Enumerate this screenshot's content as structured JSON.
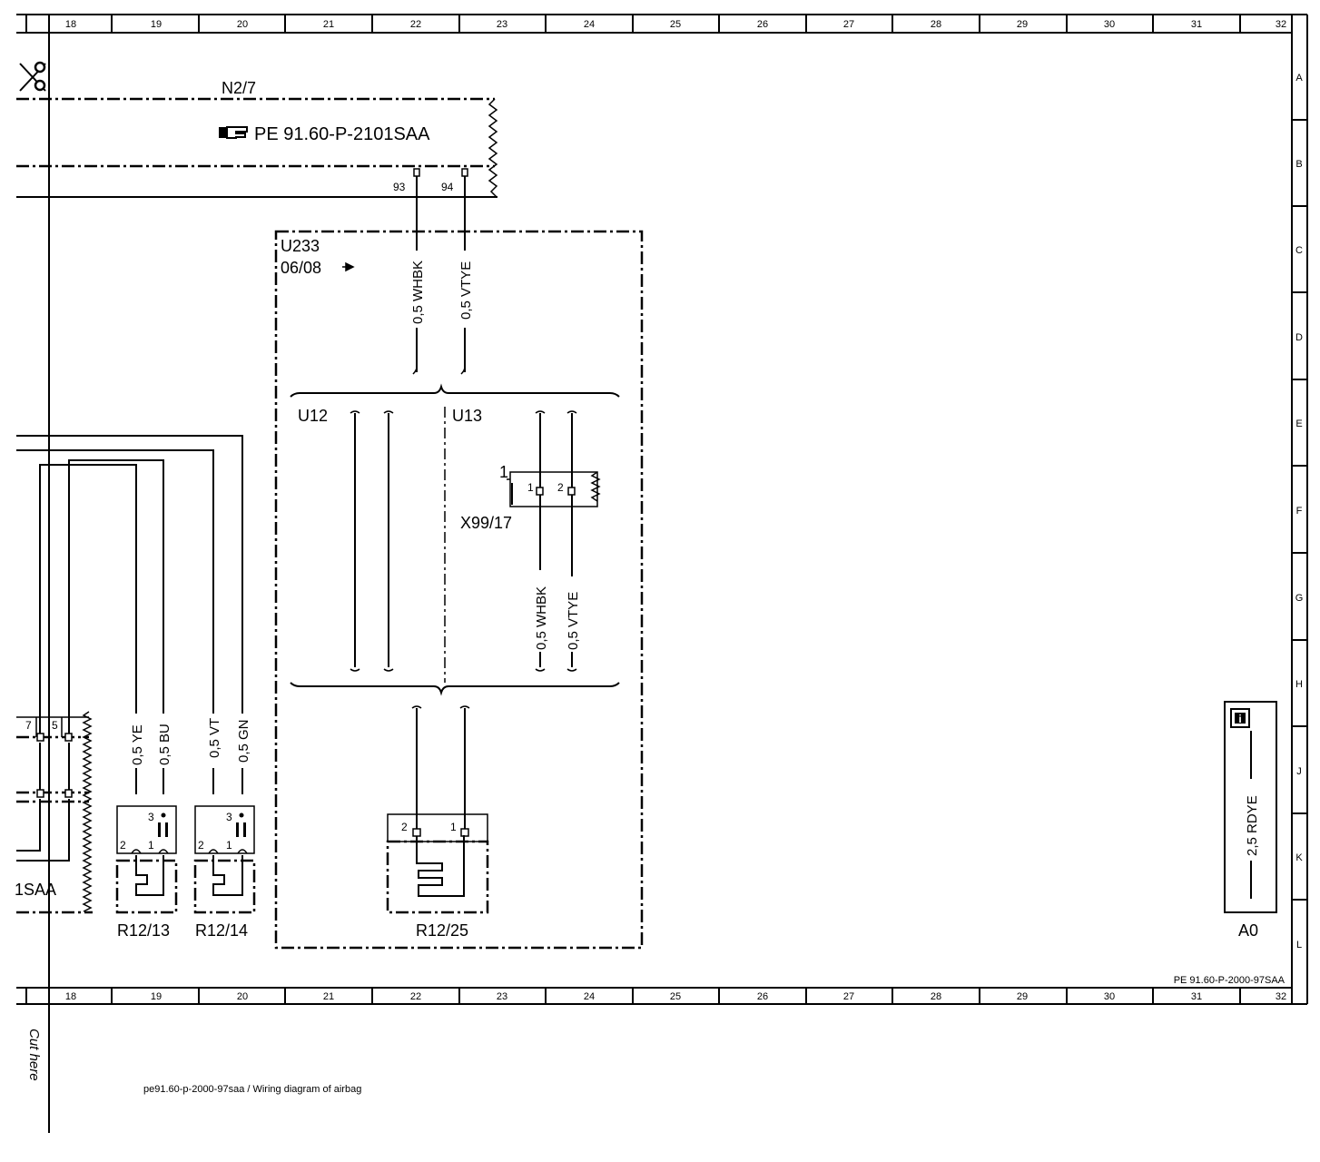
{
  "grid": {
    "columns": [
      "18",
      "19",
      "20",
      "21",
      "22",
      "23",
      "24",
      "25",
      "26",
      "27",
      "28",
      "29",
      "30",
      "31",
      "32"
    ],
    "rows": [
      "A",
      "B",
      "C",
      "D",
      "E",
      "F",
      "G",
      "H",
      "J",
      "K",
      "L"
    ]
  },
  "components": {
    "n2_7": {
      "label": "N2/7",
      "ref": "PE 91.60-P-2101SAA",
      "pin_a": "93",
      "pin_b": "94"
    },
    "u233": {
      "label": "U233",
      "date": "06/08"
    },
    "u12": {
      "label": "U12"
    },
    "u13": {
      "label": "U13"
    },
    "x99_17": {
      "label": "X99/17",
      "pin_1": "1",
      "pin_2": "2",
      "pin_top": "1"
    },
    "r12_13": {
      "label": "R12/13",
      "pin_1": "1",
      "pin_2": "2",
      "pin_3": "3"
    },
    "r12_14": {
      "label": "R12/14",
      "pin_1": "1",
      "pin_2": "2",
      "pin_3": "3"
    },
    "r12_25": {
      "label": "R12/25",
      "pin_1": "1",
      "pin_2": "2"
    },
    "a0": {
      "label": "A0",
      "info_glyph": "i",
      "wire": "2,5 RDYE"
    },
    "left_connector": {
      "pin_7": "7",
      "pin_5": "5",
      "ref_fragment": "1SAA"
    }
  },
  "wires": {
    "whbk_top": "0,5 WHBK",
    "vtye_top": "0,5 VTYE",
    "whbk_x99": "0,5 WHBK",
    "vtye_x99": "0,5 VTYE",
    "r12_13_ye": "0,5 YE",
    "r12_13_bu": "0,5 BU",
    "r12_14_vt": "0,5 VT",
    "r12_14_gn": "0,5 GN"
  },
  "footer": {
    "sheet_ref": "PE 91.60-P-2000-97SAA",
    "cut_here": "Cut here",
    "caption": "pe91.60-p-2000-97saa / Wiring diagram of airbag"
  },
  "icons": {
    "scissors": "scissors-icon",
    "pointing_hand": "pointing-hand-icon",
    "info": "info-icon"
  }
}
